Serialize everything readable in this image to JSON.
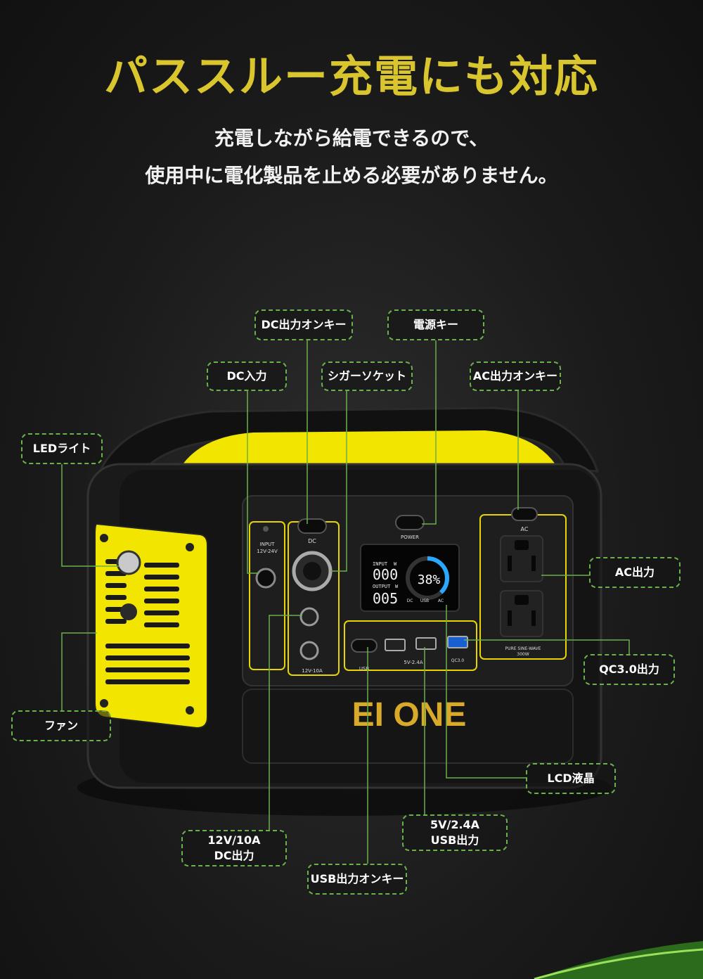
{
  "headline": "パススルー充電にも対応",
  "subtitle": {
    "line1": "充電しながら給電できるので、",
    "line2": "使用中に電化製品を止める必要がありません。"
  },
  "colors": {
    "accent_yellow": "#d9c52e",
    "device_yellow": "#f2e500",
    "callout_green": "#6ab04c"
  },
  "callouts": {
    "dc_output_key": "DC出力オンキー",
    "power_key": "電源キー",
    "dc_input": "DC入力",
    "cigar_socket": "シガーソケット",
    "ac_output_key": "AC出力オンキー",
    "led_light": "LEDライト",
    "ac_output": "AC出力",
    "qc30_output": "QC3.0出力",
    "fan": "ファン",
    "lcd": "LCD液晶",
    "usb_5v_line1": "5V/2.4A",
    "usb_5v_line2": "USB出力",
    "dc_12v_line1": "12V/10A",
    "dc_12v_line2": "DC出力",
    "usb_output_key": "USB出力オンキー"
  },
  "device": {
    "brand": "EI ONE",
    "input_label_1": "INPUT",
    "input_label_2": "12V-24V",
    "dc_label": "DC",
    "power_label": "POWER",
    "ac_label": "AC",
    "dc_port_label": "12V-10A",
    "usb_label": "USB",
    "usb_port_label": "5V-2.4A",
    "qc_label": "QC3.0",
    "ac_panel_label_1": "PURE SINE-WAVE",
    "ac_panel_label_2": "300W",
    "lcd": {
      "input_label": "INPUT",
      "input_unit": "W",
      "input_value": "000",
      "output_label": "OUTPUT",
      "output_unit": "W",
      "output_value": "005",
      "battery_percent": "38%",
      "battery_level": 0.38,
      "ind_dc": "DC",
      "ind_usb": "USB",
      "ind_ac": "AC"
    }
  }
}
